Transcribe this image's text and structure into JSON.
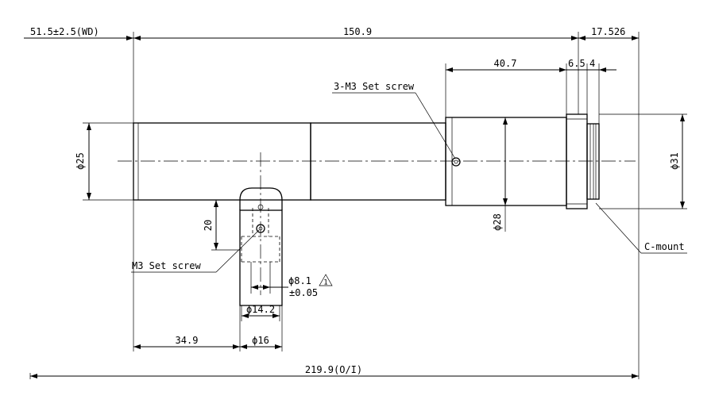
{
  "dimensions": {
    "working_distance": "51.5±2.5(WD)",
    "length_main": "150.9",
    "length_rear": "17.526",
    "length_rear_barrel": "40.7",
    "thread_length": "6.5",
    "thread_offset": "4",
    "diameter_front": "ϕ25",
    "diameter_mount": "ϕ31",
    "diameter_rear": "ϕ28",
    "bracket_height": "20",
    "hole_diameter": "ϕ8.1",
    "hole_tolerance": "±0.05",
    "bracket_inner": "ϕ14.2",
    "bracket_outer": "ϕ16",
    "bracket_offset": "34.9",
    "total_length": "219.9(O/I)"
  },
  "callouts": {
    "top_screw": "3-M3 Set screw",
    "side_screw": "M3 Set screw",
    "mount": "C-mount",
    "warning_mark": "1"
  }
}
